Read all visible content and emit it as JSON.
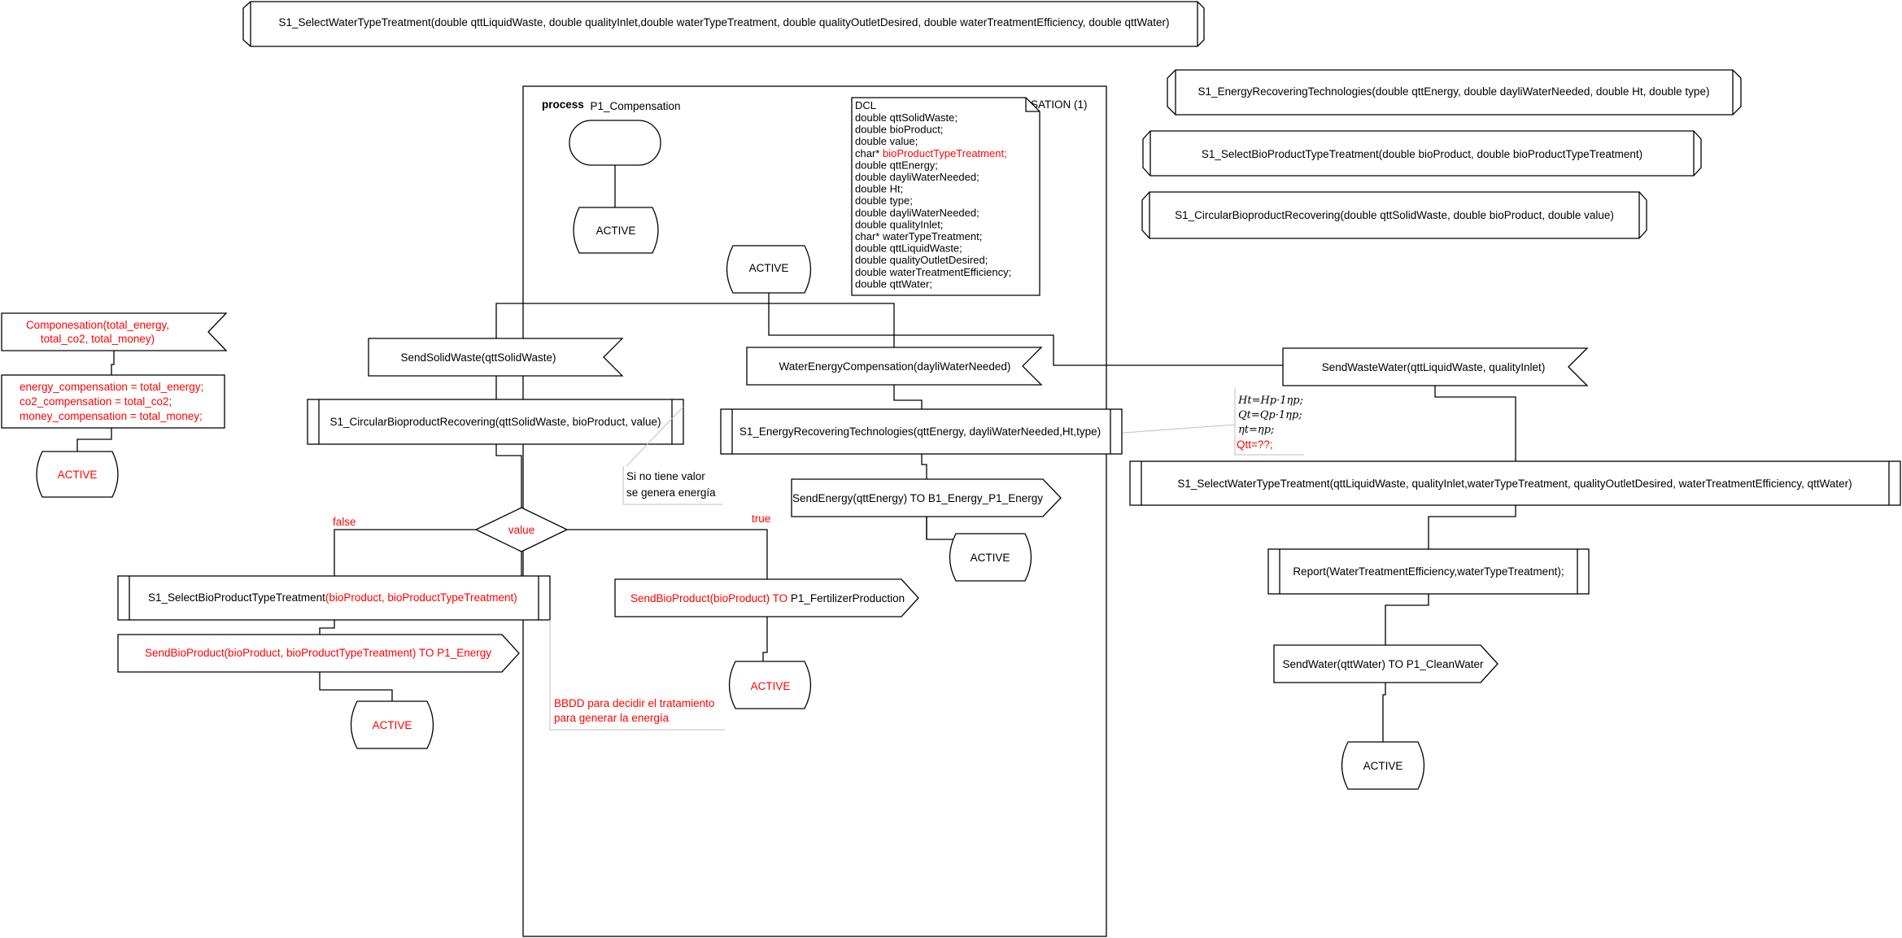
{
  "top_procedure": "S1_SelectWaterTypeTreatment(double qttLiquidWaste, double qualityInlet,double waterTypeTreatment, double qualityOutletDesired, double waterTreatmentEfficiency, double qttWater)",
  "procedure_decls": [
    "S1_EnergyRecoveringTechnologies(double qttEnergy, double dayliWaterNeeded, double Ht, double type)",
    "S1_SelectBioProductTypeTreatment(double bioProduct, double bioProductTypeTreatment)",
    "S1_CircularBioproductRecovering(double qttSolidWaste, double bioProduct, double value)"
  ],
  "process": {
    "keyword": "process",
    "name": "P1_Compensation",
    "header_fragment": "SATION (1)",
    "start_state": "ACTIVE",
    "main_state": "ACTIVE"
  },
  "dcl": {
    "title": "DCL",
    "lines": [
      {
        "prefix": "double qttSolidWaste;",
        "highlight": ""
      },
      {
        "prefix": "double bioProduct;",
        "highlight": ""
      },
      {
        "prefix": "double value;",
        "highlight": ""
      },
      {
        "prefix": "char* ",
        "highlight": "bioProductTypeTreatment;"
      },
      {
        "prefix": "double qttEnergy;",
        "highlight": ""
      },
      {
        "prefix": "double dayliWaterNeeded;",
        "highlight": ""
      },
      {
        "prefix": "double Ht;",
        "highlight": ""
      },
      {
        "prefix": "double type;",
        "highlight": ""
      },
      {
        "prefix": "double dayliWaterNeeded;",
        "highlight": ""
      },
      {
        "prefix": "double qualityInlet;",
        "highlight": ""
      },
      {
        "prefix": "char* waterTypeTreatment;",
        "highlight": ""
      },
      {
        "prefix": "double qttLiquidWaste;",
        "highlight": ""
      },
      {
        "prefix": "double qualityOutletDesired;",
        "highlight": ""
      },
      {
        "prefix": "double waterTreatmentEfficiency;",
        "highlight": ""
      },
      {
        "prefix": "double qttWater;",
        "highlight": ""
      }
    ]
  },
  "left_branch": {
    "input": "Componesation(total_energy,",
    "input_line2": "total_co2, total_money)",
    "task_lines": [
      "energy_compensation = total_energy;",
      "co2_compensation = total_co2;",
      "money_compensation = total_money;"
    ],
    "state": "ACTIVE"
  },
  "solid_branch": {
    "send": "SendSolidWaste(qttSolidWaste)",
    "call": "S1_CircularBioproductRecovering(qttSolidWaste, bioProduct, value)",
    "comment_line1": "Si no tiene valor",
    "comment_line2": "se genera energía",
    "decision": "value",
    "false_label": "false",
    "true_label": "true",
    "false_call_prefix": "S1_SelectBioProductTypeTreatment",
    "false_call_args": "(bioProduct, bioProductTypeTreatment)",
    "false_send": "SendBioProduct(bioProduct, bioProductTypeTreatment) TO P1_Energy",
    "false_state": "ACTIVE",
    "comment2_line1": "BBDD para decidir el tratamiento",
    "comment2_line2": "para generar la energía",
    "true_send_red": "SendBioProduct(bioProduct) TO",
    "true_send_black": " P1_FertilizerProduction",
    "true_state": "ACTIVE"
  },
  "energy_branch": {
    "send": "WaterEnergyCompensation(dayliWaterNeeded)",
    "call": "S1_EnergyRecoveringTechnologies(qttEnergy, dayliWaterNeeded,Ht,type)",
    "output": "SendEnergy(qttEnergy) TO B1_Energy_P1_Energy",
    "state": "ACTIVE",
    "formulas": [
      "Ht=Hp·1ηp;",
      "Qt=Qp·1ηp;",
      "ηt=ηp;",
      "Qtt=??;"
    ]
  },
  "water_branch": {
    "send": "SendWasteWater(qttLiquidWaste, qualityInlet)",
    "call": "S1_SelectWaterTypeTreatment(qttLiquidWaste, qualityInlet,waterTypeTreatment, qualityOutletDesired, waterTreatmentEfficiency, qttWater)",
    "report": "Report(WaterTreatmentEfficiency,waterTypeTreatment);",
    "output": "SendWater(qttWater) TO P1_CleanWater",
    "state": "ACTIVE"
  },
  "colors": {
    "highlight": "#ff0000",
    "comment_border": "#bfbfbf",
    "stroke": "#000000"
  }
}
